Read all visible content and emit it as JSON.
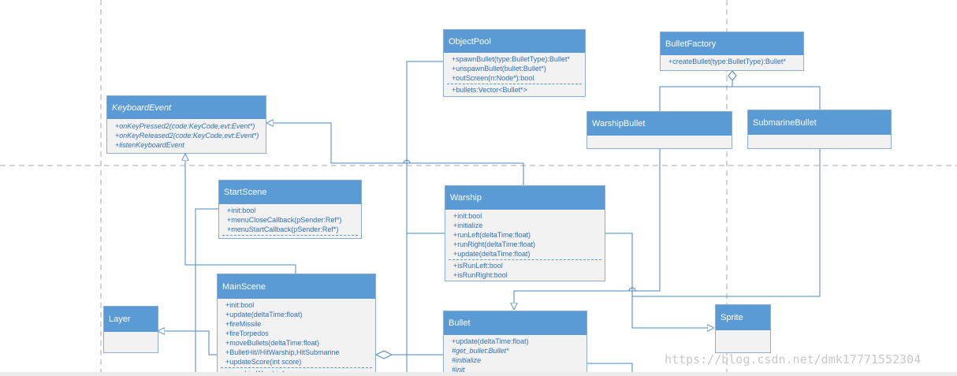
{
  "classes": {
    "objectpool": {
      "name": "ObjectPool",
      "methods": [
        "+spawnBullet(type:BulletType):Bullet*",
        "+unspawnBullet(bullet:Bullet*)",
        "+outScreen(n:Node*):bool"
      ],
      "attributes": [
        "+bullets:Vector<Bullet*>"
      ]
    },
    "bulletfactory": {
      "name": "BulletFactory",
      "methods": [
        "+createBullet(type:BulletType):Bullet*"
      ]
    },
    "keyboardevent": {
      "name": "KeyboardEvent",
      "methods": [
        "+onKeyPressed2(code:KeyCode,evt:Event*)",
        "+onKeyReleased2(code:KeyCode,evt:Event*)",
        "+listenKeyboardEvent"
      ]
    },
    "warshipbullet": {
      "name": "WarshipBullet"
    },
    "submarinebullet": {
      "name": "SubmarineBullet"
    },
    "startscene": {
      "name": "StartScene",
      "methods": [
        "+init:bool",
        "+menuCloseCallback(pSender:Ref*)",
        "+menuStartCallback(pSender:Ref*)"
      ]
    },
    "warship": {
      "name": "Warship",
      "methods": [
        "+init:bool",
        "+initialize",
        "+runLeft(deltaTime:float)",
        "+runRight(deltaTime:float)",
        "+update(deltaTime:float)"
      ],
      "attributes": [
        "+isRunLeft:bool",
        "+isRunRight:bool"
      ]
    },
    "mainscene": {
      "name": "MainScene",
      "methods": [
        "+init:bool",
        "+update(deltaTime:float)",
        "+fireMissile",
        "+fireTorpedos",
        "+moveBullets(deltaTime:float)",
        "+BulletHit//HitWarship,HitSubmarine",
        "+updateScore(int score)"
      ],
      "attributes": [
        "+warship:Warship*"
      ]
    },
    "layer": {
      "name": "Layer"
    },
    "bullet": {
      "name": "Bullet",
      "methods": [
        "+update(deltaTime:float)",
        "#get_bullet:Bullet*",
        "#initialize",
        "#init"
      ]
    },
    "sprite": {
      "name": "Sprite"
    }
  },
  "watermark": "https://blog.csdn.net/dmk17771552304",
  "colors": {
    "header": "#5b9bd5",
    "body": "#f2f2f2",
    "text": "#2e6fb7",
    "line": "#4a86c5",
    "guide": "#aaaaaa"
  }
}
